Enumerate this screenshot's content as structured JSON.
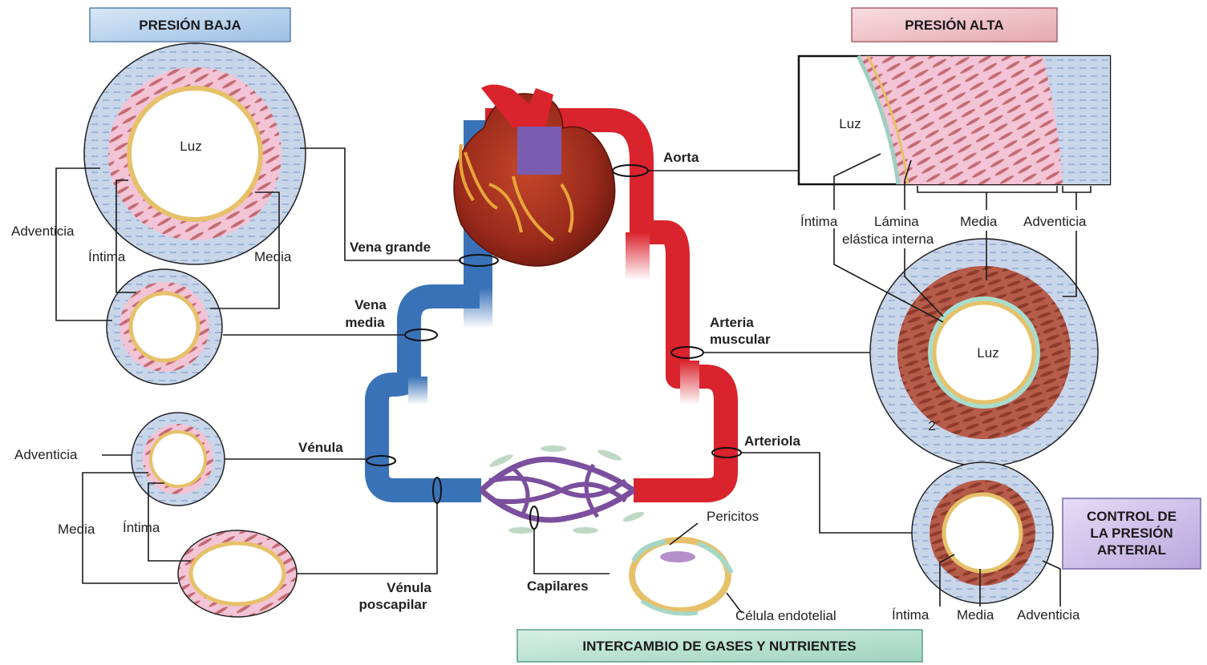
{
  "boxes": {
    "low_pressure": "PRESIÓN BAJA",
    "high_pressure": "PRESIÓN ALTA",
    "bp_control": [
      "CONTROL DE",
      "LA PRESIÓN",
      "ARTERIAL"
    ],
    "exchange": "INTERCAMBIO DE GASES Y NUTRIENTES"
  },
  "vessels": {
    "aorta": "Aorta",
    "large_vein": "Vena grande",
    "medium_vein": [
      "Vena",
      "media"
    ],
    "muscular_artery": [
      "Arteria",
      "muscular"
    ],
    "venule": "Vénula",
    "arteriole": "Arteriola",
    "postcapillary_venule": [
      "Vénula",
      "poscapilar"
    ],
    "capillaries": "Capilares"
  },
  "layers": {
    "lumen": "Luz",
    "adventitia": "Adventicia",
    "intima": "Íntima",
    "media": "Media",
    "internal_elastic_lamina": [
      "Lámina",
      "elástica interna"
    ],
    "pericytes": "Pericitos",
    "endothelial_cell": "Célula endotelial"
  },
  "figure_number": "2",
  "colors": {
    "artery": "#d9232d",
    "vein": "#3a72b8",
    "capillary": "#7b4f9d",
    "low_box": "#b9d3ec",
    "high_box": "#f2c9cf",
    "control_box": "#d3c6ea",
    "exchange_box": "#bfe3d6"
  }
}
